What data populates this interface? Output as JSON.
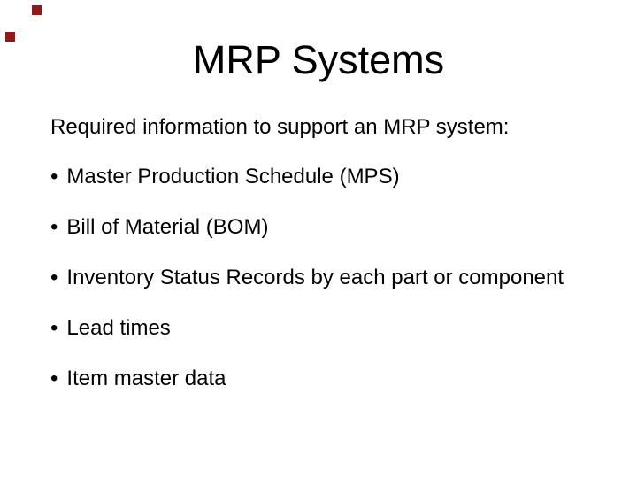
{
  "slide": {
    "title": "MRP Systems",
    "intro": "Required information to support an MRP system:",
    "bullet_char": "•",
    "bullets": [
      "Master Production Schedule (MPS)",
      "Bill of Material (BOM)",
      "Inventory Status Records by each part or component",
      "Lead times",
      "Item master data"
    ],
    "colors": {
      "background": "#ffffff",
      "text": "#000000",
      "corner_accent": "#8e1a1a"
    }
  }
}
